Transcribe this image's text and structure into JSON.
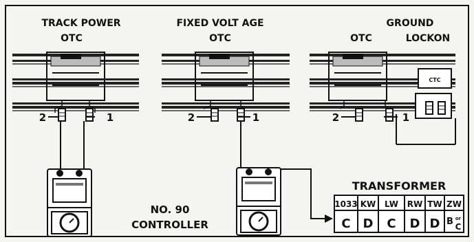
{
  "headings": {
    "track_power_line1": "TRACK POWER",
    "track_power_line2": "OTC",
    "fixed_voltage_line1": "FIXED VOLT AGE",
    "fixed_voltage_line2": "OTC",
    "ground_line1": "GROUND",
    "ground_otc": "OTC",
    "ground_lockon": "LOCKON"
  },
  "terminal_labels": {
    "left": "2",
    "right": "1"
  },
  "lockon_label": "CTC",
  "controller_label": {
    "line1": "NO. 90",
    "line2": "CONTROLLER"
  },
  "transformer": {
    "title": "TRANSFORMER",
    "headers": [
      "1033",
      "KW",
      "LW",
      "RW",
      "TW",
      "ZW"
    ],
    "values": [
      "C",
      "D",
      "C",
      "D",
      "D",
      "B"
    ],
    "zw_or": "or",
    "zw_alt": "C"
  }
}
